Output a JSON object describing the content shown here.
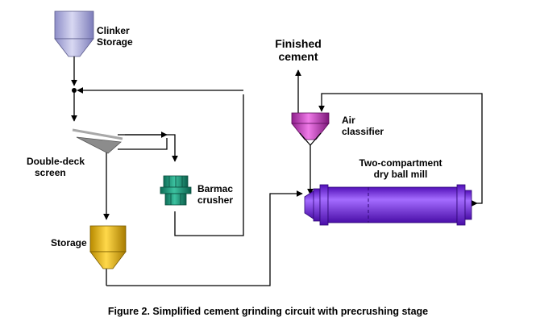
{
  "figure": {
    "caption": "Figure 2. Simplified cement grinding circuit with precrushing stage"
  },
  "labels": {
    "clinker_storage_line1": "Clinker",
    "clinker_storage_line2": "Storage",
    "double_deck_line1": "Double-deck",
    "double_deck_line2": "screen",
    "barmac_line1": "Barmac",
    "barmac_line2": "crusher",
    "storage": "Storage",
    "finished_line1": "Finished",
    "finished_line2": "cement",
    "air_line1": "Air",
    "air_line2": "classifier",
    "mill_line1": "Two-compartment",
    "mill_line2": "dry ball mill"
  },
  "colors": {
    "clinker_hopper": "#b9b9e0",
    "screen": "#909090",
    "barmac": "#1f9a7e",
    "storage_hopper": "#e6b200",
    "air_classifier": "#c840c0",
    "ball_mill": "#7a2ee0",
    "line": "#000000"
  }
}
